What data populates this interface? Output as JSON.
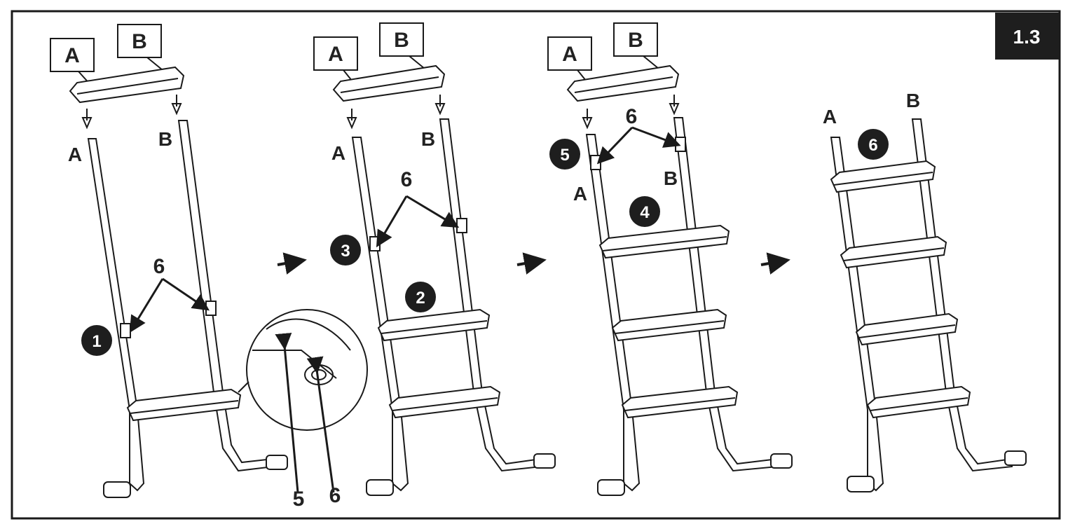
{
  "figure_tag": "1.3",
  "part_labels": {
    "a": "A",
    "b": "B"
  },
  "steps": [
    "1",
    "2",
    "3",
    "4",
    "5",
    "6"
  ],
  "callouts": {
    "clip": "6",
    "pin": "5"
  },
  "colors": {
    "line": "#1a1a1a",
    "circle_fill": "#1e1e1e",
    "tag_bg": "#1e1e1e"
  }
}
